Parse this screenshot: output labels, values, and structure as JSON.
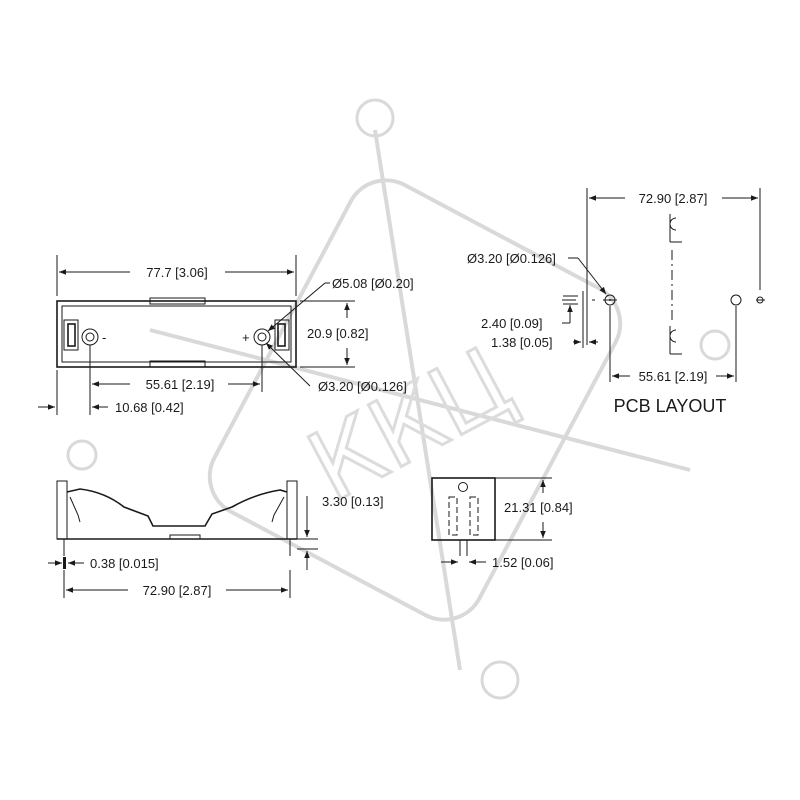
{
  "watermark": {
    "text": "ККЦ"
  },
  "top_view": {
    "length_label": "77.7 [3.06]",
    "hole_large_label": "Ø5.08  [Ø0.20]",
    "width_label": "20.9  [0.82]",
    "hole_small_label": "Ø3.20  [Ø0.126]",
    "pin_spacing_label": "55.61  [2.19]",
    "pin_offset_label": "10.68  [0.42]",
    "minus_sign": "-",
    "plus_sign": "+"
  },
  "side_view": {
    "height_label": "3.30  [0.13]",
    "pin_thickness_label": "0.38  [0.015]",
    "pin_span_label": "72.90  [2.87]"
  },
  "end_view": {
    "height_label": "21.31  [0.84]",
    "pin_width_label": "1.52  [0.06]"
  },
  "pcb_layout": {
    "title": "PCB LAYOUT",
    "overall_label": "72.90  [2.87]",
    "hole_label": "Ø3.20  [Ø0.126]",
    "slot_length_label": "2.40  [0.09]",
    "slot_width_label": "1.38  [0.05]",
    "hole_spacing_label": "55.61  [2.19]"
  }
}
